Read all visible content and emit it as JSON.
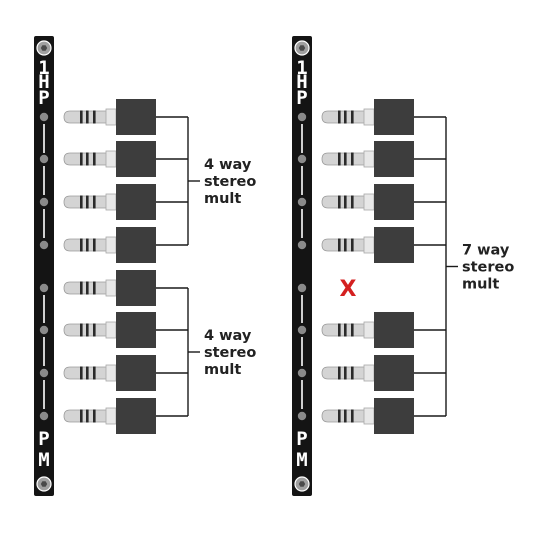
{
  "colors": {
    "panel": "#141414",
    "panel_text": "#ffffff",
    "jack_body": "#3d3d3d",
    "plug_metal": "#d4d4d4",
    "bracket": "#1a1a1a",
    "unused_mark": "#d42020"
  },
  "modules": [
    {
      "brand_top": "1HP",
      "brand_bottom": "PM",
      "jacks": [
        true,
        true,
        true,
        true,
        true,
        true,
        true,
        true
      ],
      "groups": [
        {
          "label_lines": [
            "4 way",
            "stereo",
            "mult"
          ],
          "jacks": [
            0,
            1,
            2,
            3
          ]
        },
        {
          "label_lines": [
            "4 way",
            "stereo",
            "mult"
          ],
          "jacks": [
            4,
            5,
            6,
            7
          ]
        }
      ],
      "unused_mark": ""
    },
    {
      "brand_top": "1HP",
      "brand_bottom": "PM",
      "jacks": [
        true,
        true,
        true,
        true,
        false,
        true,
        true,
        true
      ],
      "groups": [
        {
          "label_lines": [
            "7 way",
            "stereo",
            "mult"
          ],
          "jacks": [
            0,
            1,
            2,
            3,
            5,
            6,
            7
          ]
        }
      ],
      "unused_mark": "X"
    }
  ]
}
